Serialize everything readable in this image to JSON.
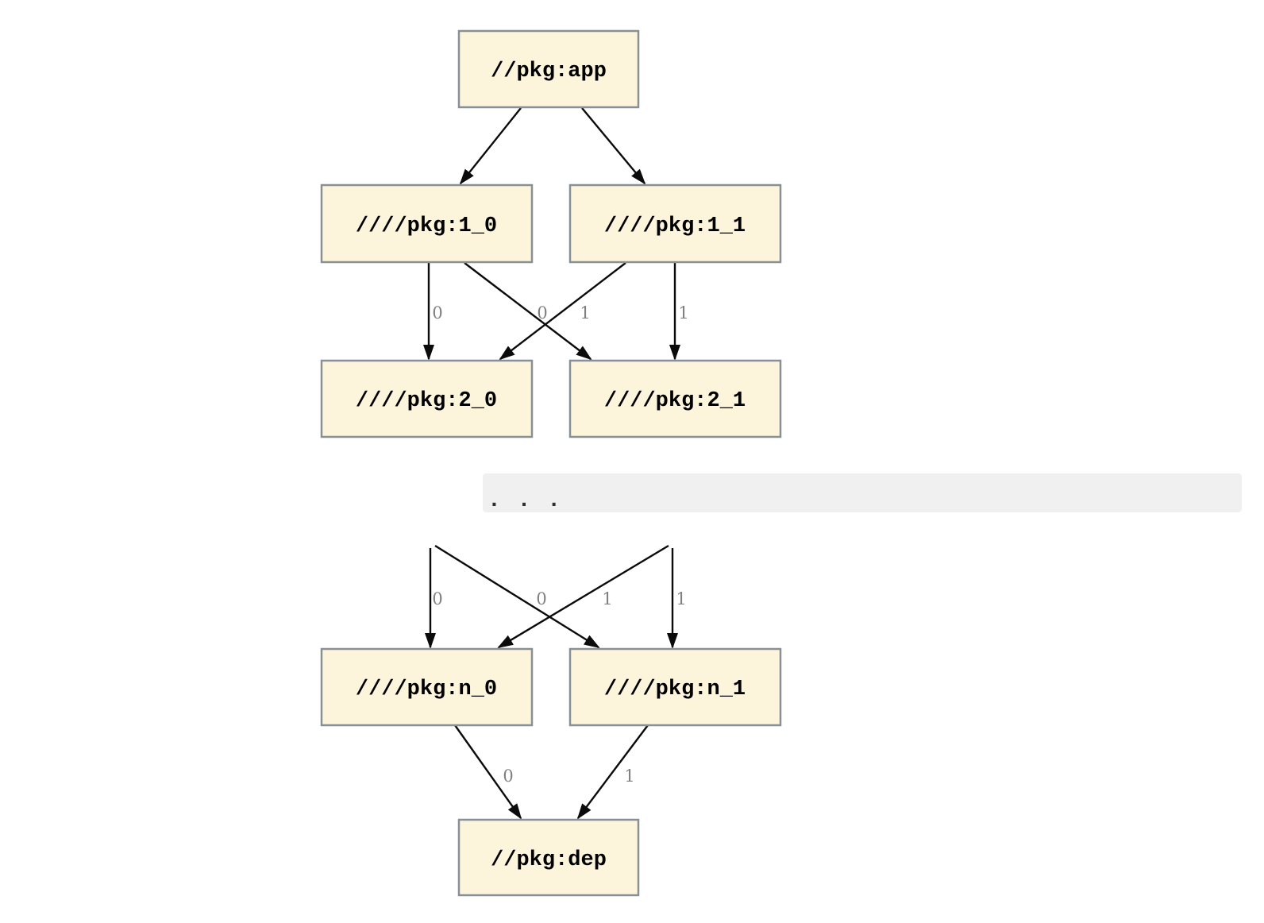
{
  "colors": {
    "page_bg": "#ffffff",
    "node_fill": "#fcf5dc",
    "node_border": "#899095",
    "node_text": "#000000",
    "edge": "#0b0b0b",
    "edge_label": "#808080",
    "ellipsis_bg": "#f0f0f0",
    "ellipsis_text": "#2e2e2e"
  },
  "diagram": {
    "nodes": {
      "app": {
        "label": "//pkg:app"
      },
      "v1_0": {
        "label": "////pkg:1_0"
      },
      "v1_1": {
        "label": "////pkg:1_1"
      },
      "v2_0": {
        "label": "////pkg:2_0"
      },
      "v2_1": {
        "label": "////pkg:2_1"
      },
      "vn_0": {
        "label": "////pkg:n_0"
      },
      "vn_1": {
        "label": "////pkg:n_1"
      },
      "dep": {
        "label": "//pkg:dep"
      }
    },
    "edge_labels": {
      "level1_to_level2": [
        "0",
        "0",
        "1",
        "1"
      ],
      "ellipsis_to_leveln": [
        "0",
        "0",
        "1",
        "1"
      ],
      "leveln_to_dep": [
        "0",
        "1"
      ]
    },
    "ellipsis": ". . ."
  }
}
